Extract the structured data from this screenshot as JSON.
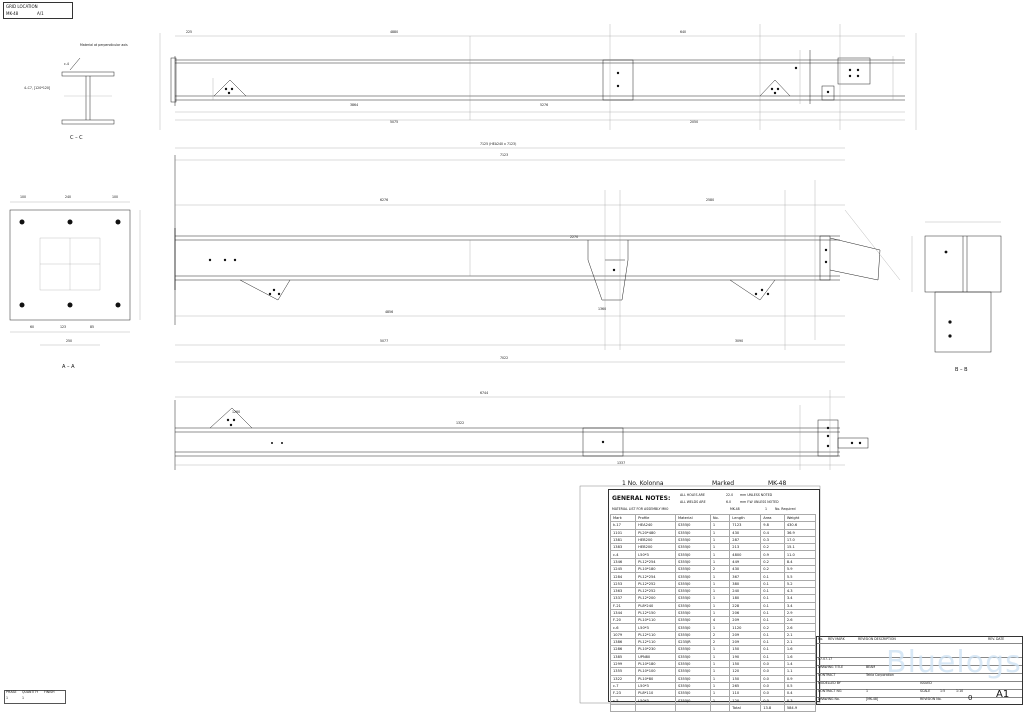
{
  "grid": {
    "title": "GRID LOCATION",
    "mark": "MK-48",
    "sheet": "A/1"
  },
  "section_cc": {
    "label": "C – C",
    "note": "Material at perpendicular axis",
    "dim1": "c-4",
    "dim2": "4–C7, [120*120]"
  },
  "section_aa": {
    "label": "A – A",
    "dims": [
      "100",
      "240",
      "100",
      "250",
      "123",
      "60",
      "85"
    ]
  },
  "section_bb": {
    "label": "B – B"
  },
  "views": {
    "top": {
      "dims": [
        "225",
        "4880",
        "5075",
        "640",
        "2050",
        "5276",
        "3864"
      ]
    },
    "middle": {
      "overall": "7125 (HEA240 x 7123)",
      "dims": [
        "7123",
        "6276",
        "5077",
        "4856",
        "3090",
        "7022",
        "2270",
        "1360",
        "2580"
      ]
    },
    "bottom": {
      "dims": [
        "6744",
        "1260",
        "1322",
        "1337"
      ]
    }
  },
  "header_line": {
    "qty": "1",
    "unit": "No.",
    "name": "Kolonna",
    "marked_label": "Marked",
    "marked": "MK-48"
  },
  "general_notes": {
    "title": "GENERAL NOTES:",
    "holes": "ALL HOLES ARE",
    "holes_val": "22.0",
    "holes_unit": "mm UNLESS NOTED",
    "welds": "ALL WELDS ARE",
    "welds_val": "6.0",
    "welds_unit": "mm F.W UNLESS NOTED",
    "material_list": "MATERIAL LIST FOR ASSEMBLY MK0",
    "mk": "MK-48",
    "no": "1",
    "required": "No. Required"
  },
  "bom": {
    "headers": [
      "Mark",
      "Profile",
      "Material",
      "No.",
      "Length",
      "Area",
      "Weight"
    ],
    "rows": [
      [
        "k-17",
        "HEA240",
        "S355J0",
        "1",
        "7123",
        "9.8",
        "430.6"
      ],
      [
        "1101",
        "PL20*480",
        "S355J0",
        "1",
        "430",
        "0.4",
        "36.9"
      ],
      [
        "1381",
        "HEB200",
        "S355J0",
        "1",
        "287",
        "0.3",
        "17.0"
      ],
      [
        "1383",
        "HEB200",
        "S355J0",
        "1",
        "213",
        "0.2",
        "15.1"
      ],
      [
        "c-4",
        "L50*3",
        "S355J0",
        "1",
        "4800",
        "0.9",
        "11.0"
      ],
      [
        "1346",
        "PL12*254",
        "S355J0",
        "1",
        "449",
        "0.2",
        "8.4"
      ],
      [
        "1245",
        "PL10*180",
        "S355J0",
        "2",
        "430",
        "0.2",
        "5.9"
      ],
      [
        "1284",
        "PL12*254",
        "S355J0",
        "1",
        "367",
        "0.1",
        "5.5"
      ],
      [
        "1253",
        "PL12*252",
        "S355J0",
        "1",
        "380",
        "0.1",
        "5.2"
      ],
      [
        "1363",
        "PL12*252",
        "S355J0",
        "1",
        "240",
        "0.1",
        "4.3"
      ],
      [
        "1337",
        "PL12*200",
        "S355J0",
        "1",
        "180",
        "0.1",
        "3.4"
      ],
      [
        "F-21",
        "PL8*240",
        "S355J0",
        "1",
        "228",
        "0.1",
        "3.4"
      ],
      [
        "1344",
        "PL12*150",
        "S355J0",
        "1",
        "206",
        "0.1",
        "2.9"
      ],
      [
        "F-20",
        "PL10*110",
        "S355J0",
        "4",
        "209",
        "0.1",
        "2.6"
      ],
      [
        "c-6",
        "L50*3",
        "S355J0",
        "1",
        "1120",
        "0.2",
        "2.6"
      ],
      [
        "1079",
        "PL12*110",
        "S355J0",
        "2",
        "209",
        "0.1",
        "2.1"
      ],
      [
        "1386",
        "PL12*110",
        "S235JR",
        "2",
        "209",
        "0.1",
        "2.1"
      ],
      [
        "1286",
        "PL10*230",
        "S355J0",
        "1",
        "150",
        "0.1",
        "1.6"
      ],
      [
        "1385",
        "UPN80",
        "S355J0",
        "1",
        "190",
        "0.1",
        "1.6"
      ],
      [
        "1299",
        "PL10*180",
        "S355J0",
        "1",
        "150",
        "0.0",
        "1.4"
      ],
      [
        "1355",
        "PL10*100",
        "S355J0",
        "1",
        "120",
        "0.0",
        "1.1"
      ],
      [
        "1322",
        "PL10*80",
        "S355J0",
        "1",
        "150",
        "0.0",
        "0.9"
      ],
      [
        "c-7",
        "L50*3",
        "S355J0",
        "1",
        "265",
        "0.0",
        "0.5"
      ],
      [
        "F-23",
        "PL8*110",
        "S355J0",
        "1",
        "110",
        "0.0",
        "0.4"
      ],
      [
        "c-5",
        "L50*3",
        "S355J0",
        "1",
        "120",
        "0.0",
        "0.3"
      ]
    ],
    "total_label": "Total",
    "total_area": "13.8",
    "total_weight": "584.9"
  },
  "revision": {
    "headers": [
      "No.",
      "REV MARK",
      "REVISION DESCRIPTION",
      "REV. DATE"
    ],
    "date": "07.07.17",
    "drawing_title_label": "DRAWING TITLE",
    "drawing_title": "BEAM",
    "contract_label": "CONTRACT",
    "contract": "Tekla Corporation",
    "modelled_label": "MODELLED BY",
    "issued_label": "ISSUED",
    "contract_no_label": "CONTRACT NO.",
    "contract_no": "1",
    "scale_label": "SCALE",
    "scale": "1:5",
    "scale2": "1:10",
    "drawing_no_label": "DRAWING No.",
    "drawing_no": "[MK-48]",
    "revision_no_label": "REVISION No.",
    "revision_no": "0",
    "sheet": "A1"
  },
  "phase": {
    "phase": "PHASE",
    "quantity": "QUANTITY",
    "finish": "FINISH",
    "q1": "1",
    "q2": "1"
  },
  "watermark": "Bluelogs"
}
